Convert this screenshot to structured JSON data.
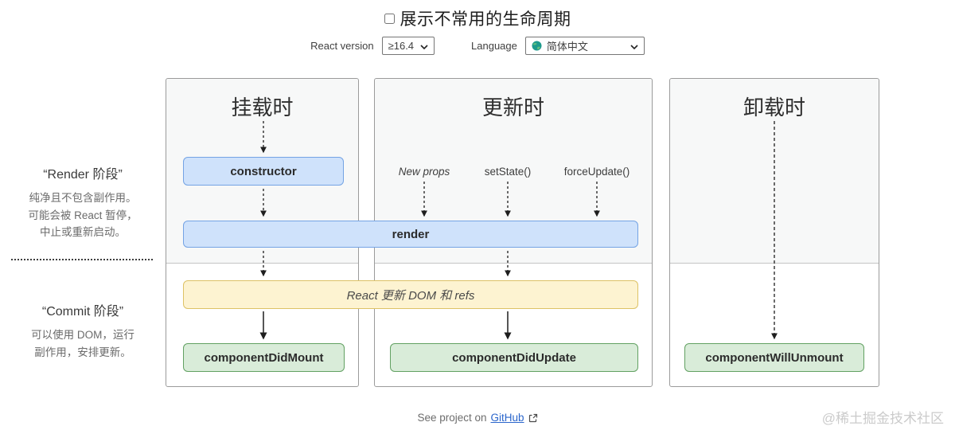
{
  "header": {
    "title": "展示不常用的生命周期",
    "checkbox_checked": false
  },
  "controls": {
    "react_version_label": "React version",
    "react_version_value": "≥16.4",
    "language_label": "Language",
    "language_value": "简体中文",
    "language_icon": "globe-icon"
  },
  "sidebar": {
    "render_phase": {
      "title": "“Render 阶段”",
      "lines": [
        "纯净且不包含副作用。",
        "可能会被 React 暂停，",
        "中止或重新启动。"
      ]
    },
    "commit_phase": {
      "title": "“Commit 阶段”",
      "lines": [
        "可以使用 DOM，运行",
        "副作用，安排更新。"
      ]
    }
  },
  "columns": [
    {
      "title": "挂载时"
    },
    {
      "title": "更新时"
    },
    {
      "title": "卸载时"
    }
  ],
  "update_triggers": [
    "New props",
    "setState()",
    "forceUpdate()"
  ],
  "boxes": {
    "constructor": "constructor",
    "render": "render",
    "react_updates": "React 更新 DOM 和 refs",
    "did_mount": "componentDidMount",
    "did_update": "componentDidUpdate",
    "will_unmount": "componentWillUnmount"
  },
  "footer": {
    "text": "See project on",
    "link": "GitHub"
  },
  "watermark": "@稀土掘金技术社区",
  "colors": {
    "blue_bg": "#cfe2fb",
    "blue_border": "#74a3e4",
    "yellow_bg": "#fdf3d1",
    "yellow_border": "#ddc266",
    "green_bg": "#d9ecd9",
    "green_border": "#62a162",
    "panel_bg": "#f7f8f8",
    "link": "#2b66cc",
    "globe": "#1d9a8c"
  }
}
